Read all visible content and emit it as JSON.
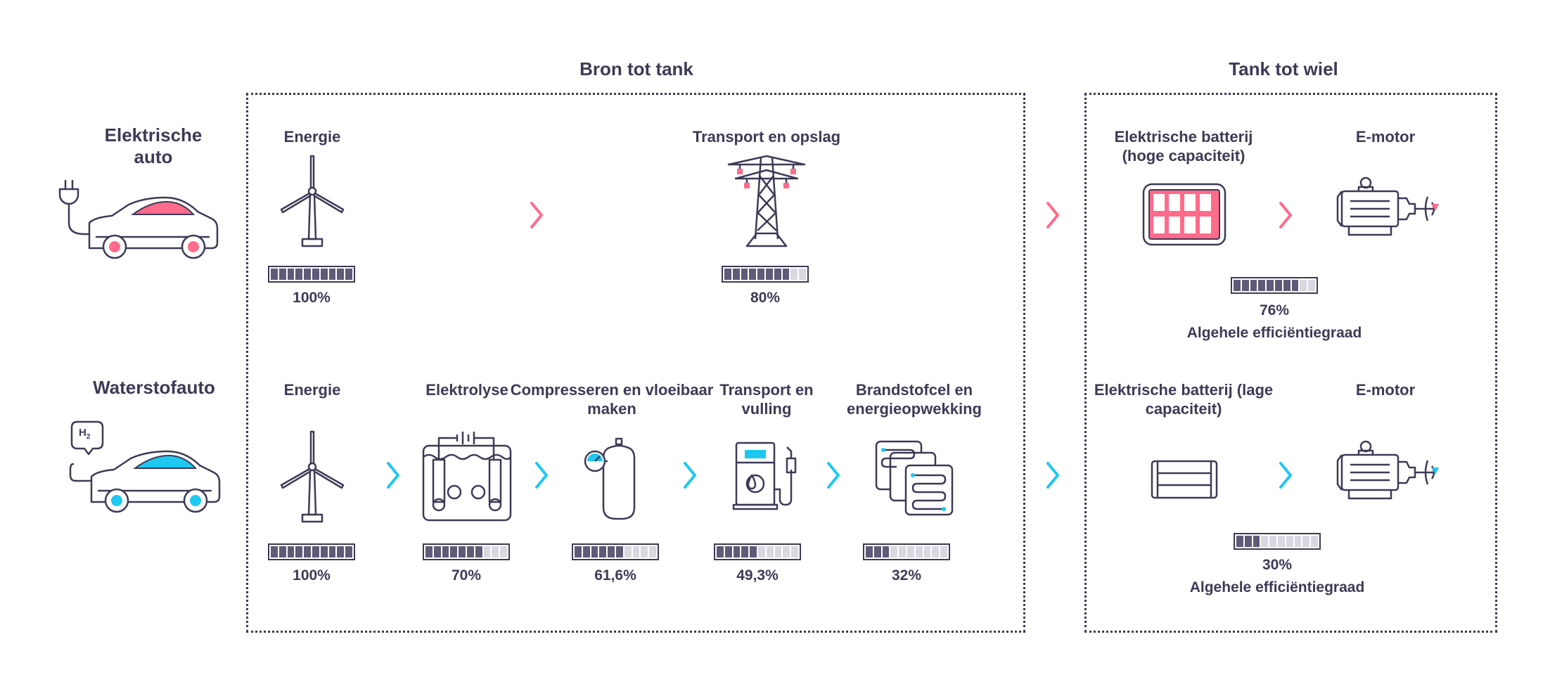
{
  "colors": {
    "ink": "#3d3a56",
    "electric": "#ff6b8a",
    "hydrogen": "#1ec8f0",
    "bar_on": "#5e5a78",
    "bar_off": "#d9d7e0"
  },
  "sections": {
    "source_to_tank": "Bron tot tank",
    "tank_to_wheel": "Tank tot wiel"
  },
  "rows": {
    "electric": {
      "title": "Elektrische auto",
      "steps": [
        {
          "label": "Energie",
          "value": "100%",
          "level": 1.0,
          "icon": "wind-turbine-icon"
        },
        {
          "label": "Transport en opslag",
          "value": "80%",
          "level": 0.8,
          "icon": "power-pylon-icon"
        }
      ],
      "battery_label": "Elektrische batterij (hoge capaciteit)",
      "motor_label": "E-motor",
      "overall": {
        "value": "76%",
        "level": 0.76,
        "label": "Algehele efficiëntiegraad"
      }
    },
    "hydrogen": {
      "title": "Waterstofauto",
      "badge": "H",
      "badge_sub": "2",
      "steps": [
        {
          "label": "Energie",
          "value": "100%",
          "level": 1.0,
          "icon": "wind-turbine-icon"
        },
        {
          "label": "Elektrolyse",
          "value": "70%",
          "level": 0.7,
          "icon": "electrolysis-icon"
        },
        {
          "label": "Compresseren en vloeibaar maken",
          "value": "61,6%",
          "level": 0.616,
          "icon": "gas-tank-icon"
        },
        {
          "label": "Transport en vulling",
          "value": "49,3%",
          "level": 0.493,
          "icon": "fuel-pump-icon"
        },
        {
          "label": "Brandstofcel en energieopwekking",
          "value": "32%",
          "level": 0.32,
          "icon": "fuel-cell-icon"
        }
      ],
      "battery_label": "Elektrische batterij (lage capaciteit)",
      "motor_label": "E-motor",
      "overall": {
        "value": "30%",
        "level": 0.3,
        "label": "Algehele efficiëntiegraad"
      }
    }
  }
}
